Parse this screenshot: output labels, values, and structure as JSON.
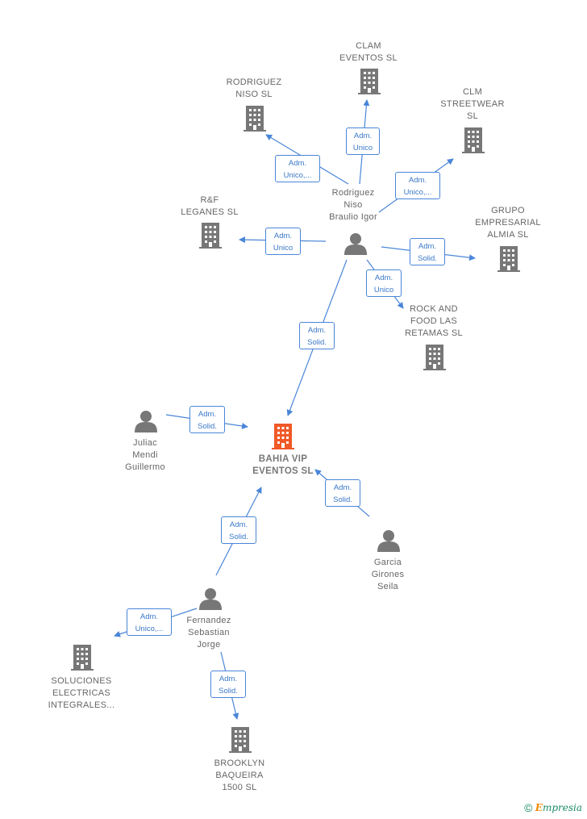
{
  "colors": {
    "edge": "#4a86d8",
    "node": "#777777",
    "main_node": "#f05a28"
  },
  "nodes": [
    {
      "id": "bahia",
      "type": "company",
      "main": true,
      "label": "BAHIA VIP\nEVENTOS  SL",
      "icon": "building-icon"
    },
    {
      "id": "rodriguez_igor",
      "type": "person",
      "label": "Rodriguez\nNiso\nBraulio Igor",
      "icon": "person-icon"
    },
    {
      "id": "clam",
      "type": "company",
      "label": "CLAM\nEVENTOS  SL",
      "icon": "building-icon"
    },
    {
      "id": "rodriguez_niso",
      "type": "company",
      "label": "RODRIGUEZ\nNISO SL",
      "icon": "building-icon"
    },
    {
      "id": "clm",
      "type": "company",
      "label": "CLM\nSTREETWEAR\nSL",
      "icon": "building-icon"
    },
    {
      "id": "rf",
      "type": "company",
      "label": "R&F\nLEGANES  SL",
      "icon": "building-icon"
    },
    {
      "id": "grupo",
      "type": "company",
      "label": "GRUPO\nEMPRESARIAL\nALMIA  SL",
      "icon": "building-icon"
    },
    {
      "id": "rock",
      "type": "company",
      "label": "ROCK AND\nFOOD LAS\nRETAMAS  SL",
      "icon": "building-icon"
    },
    {
      "id": "juliac",
      "type": "person",
      "label": "Juliac\nMendi\nGuillermo",
      "icon": "person-icon"
    },
    {
      "id": "garcia",
      "type": "person",
      "label": "Garcia\nGirones\nSeila",
      "icon": "person-icon"
    },
    {
      "id": "fernandez",
      "type": "person",
      "label": "Fernandez\nSebastian\nJorge",
      "icon": "person-icon"
    },
    {
      "id": "soluciones",
      "type": "company",
      "label": "SOLUCIONES\nELECTRICAS\nINTEGRALES...",
      "icon": "building-icon"
    },
    {
      "id": "brooklyn",
      "type": "company",
      "label": "BROOKLYN\nBAQUEIRA\n1500  SL",
      "icon": "building-icon"
    }
  ],
  "edges": [
    {
      "from": "rodriguez_igor",
      "to": "clam",
      "label": "Adm.\nUnico"
    },
    {
      "from": "rodriguez_igor",
      "to": "rodriguez_niso",
      "label": "Adm.\nUnico,..."
    },
    {
      "from": "rodriguez_igor",
      "to": "clm",
      "label": "Adm.\nUnico,..."
    },
    {
      "from": "rodriguez_igor",
      "to": "rf",
      "label": "Adm.\nUnico"
    },
    {
      "from": "rodriguez_igor",
      "to": "grupo",
      "label": "Adm.\nSolid."
    },
    {
      "from": "rodriguez_igor",
      "to": "rock",
      "label": "Adm.\nUnico"
    },
    {
      "from": "rodriguez_igor",
      "to": "bahia",
      "label": "Adm.\nSolid."
    },
    {
      "from": "juliac",
      "to": "bahia",
      "label": "Adm.\nSolid."
    },
    {
      "from": "garcia",
      "to": "bahia",
      "label": "Adm.\nSolid."
    },
    {
      "from": "fernandez",
      "to": "bahia",
      "label": "Adm.\nSolid."
    },
    {
      "from": "fernandez",
      "to": "soluciones",
      "label": "Adm.\nUnico,..."
    },
    {
      "from": "fernandez",
      "to": "brooklyn",
      "label": "Adm.\nSolid."
    }
  ],
  "footer": {
    "copyright": "©",
    "brand_initial": "E",
    "brand_rest": "mpresia"
  }
}
